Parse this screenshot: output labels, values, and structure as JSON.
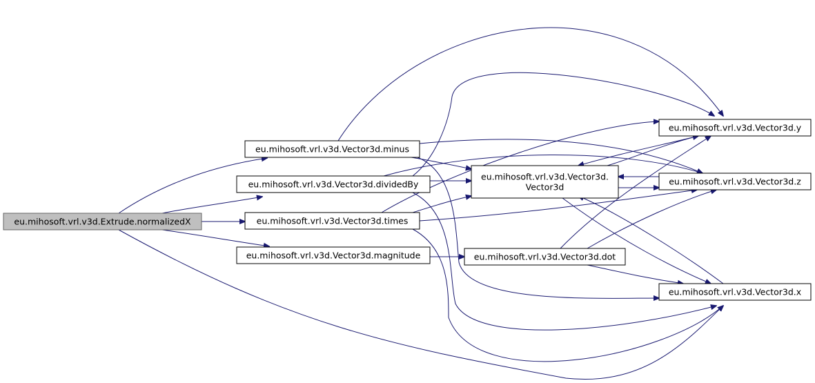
{
  "graph": {
    "colors": {
      "edge": "#191970",
      "root_fill": "#bfbfbf",
      "node_fill": "#ffffff",
      "border": "#000000"
    },
    "nodes": {
      "normalizedX": {
        "label": [
          "eu.mihosoft.vrl.v3d.Extrude.normalizedX"
        ],
        "root": true
      },
      "minus": {
        "label": [
          "eu.mihosoft.vrl.v3d.Vector3d.minus"
        ]
      },
      "dividedBy": {
        "label": [
          "eu.mihosoft.vrl.v3d.Vector3d.dividedBy"
        ]
      },
      "times": {
        "label": [
          "eu.mihosoft.vrl.v3d.Vector3d.times"
        ]
      },
      "magnitude": {
        "label": [
          "eu.mihosoft.vrl.v3d.Vector3d.magnitude"
        ]
      },
      "ctor": {
        "label": [
          "eu.mihosoft.vrl.v3d.Vector3d.",
          "Vector3d"
        ]
      },
      "dot": {
        "label": [
          "eu.mihosoft.vrl.v3d.Vector3d.dot"
        ]
      },
      "y": {
        "label": [
          "eu.mihosoft.vrl.v3d.Vector3d.y"
        ]
      },
      "z": {
        "label": [
          "eu.mihosoft.vrl.v3d.Vector3d.z"
        ]
      },
      "x": {
        "label": [
          "eu.mihosoft.vrl.v3d.Vector3d.x"
        ]
      }
    },
    "edges": [
      [
        "normalizedX",
        "minus"
      ],
      [
        "normalizedX",
        "dividedBy"
      ],
      [
        "normalizedX",
        "times"
      ],
      [
        "normalizedX",
        "magnitude"
      ],
      [
        "normalizedX",
        "x"
      ],
      [
        "minus",
        "y"
      ],
      [
        "minus",
        "z"
      ],
      [
        "minus",
        "ctor"
      ],
      [
        "minus",
        "x"
      ],
      [
        "dividedBy",
        "y"
      ],
      [
        "dividedBy",
        "z"
      ],
      [
        "dividedBy",
        "ctor"
      ],
      [
        "dividedBy",
        "x"
      ],
      [
        "times",
        "y"
      ],
      [
        "times",
        "z"
      ],
      [
        "times",
        "ctor"
      ],
      [
        "times",
        "x"
      ],
      [
        "magnitude",
        "dot"
      ],
      [
        "dot",
        "y"
      ],
      [
        "dot",
        "z"
      ],
      [
        "dot",
        "x"
      ],
      [
        "ctor",
        "y"
      ],
      [
        "ctor",
        "z"
      ],
      [
        "ctor",
        "x"
      ],
      [
        "y",
        "ctor"
      ],
      [
        "z",
        "ctor"
      ],
      [
        "x",
        "ctor"
      ]
    ]
  }
}
